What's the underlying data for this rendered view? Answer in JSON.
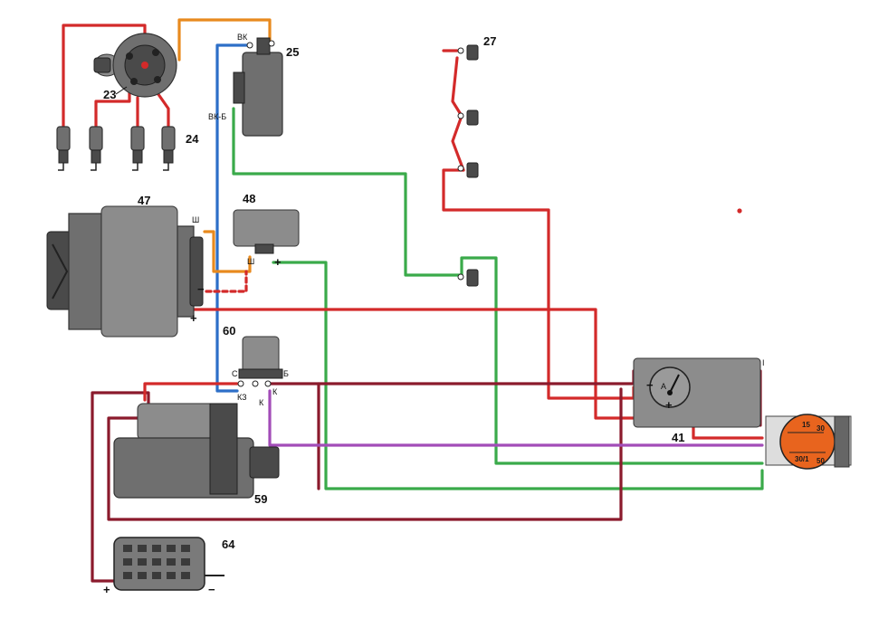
{
  "labels": {
    "distributor": "23",
    "spark_plugs": "24",
    "ignition_coil": "25",
    "ignition_switch": "27",
    "generator": "47",
    "voltage_regulator": "48",
    "starter": "59",
    "starter_relay": "60",
    "instrument": "41",
    "battery": "64"
  },
  "terminals": {
    "coil_vk": "ВК",
    "coil_vk_b": "ВК-Б",
    "gen_sh": "Ш",
    "gen_minus": "−",
    "gen_plus": "+",
    "reg_sh": "Ш",
    "reg_plus": "+",
    "relay_s": "С",
    "relay_b": "Б",
    "relay_k3": "КЗ",
    "relay_k": "К",
    "relay_k2": "К",
    "inst_a": "A",
    "inst_plus": "+",
    "inst_minus": "−",
    "inst_i": "I",
    "bat_plus": "+",
    "bat_minus": "−",
    "sw_15": "15",
    "sw_30": "30",
    "sw_30_1": "30/1",
    "sw_50": "50"
  },
  "colors": {
    "red": "#d32a2a",
    "dark_red": "#8b1a2c",
    "green": "#3aaa4a",
    "blue": "#2d6fc8",
    "orange": "#e88a1e",
    "purple": "#a24cb8",
    "switch_orange": "#e8641e"
  }
}
